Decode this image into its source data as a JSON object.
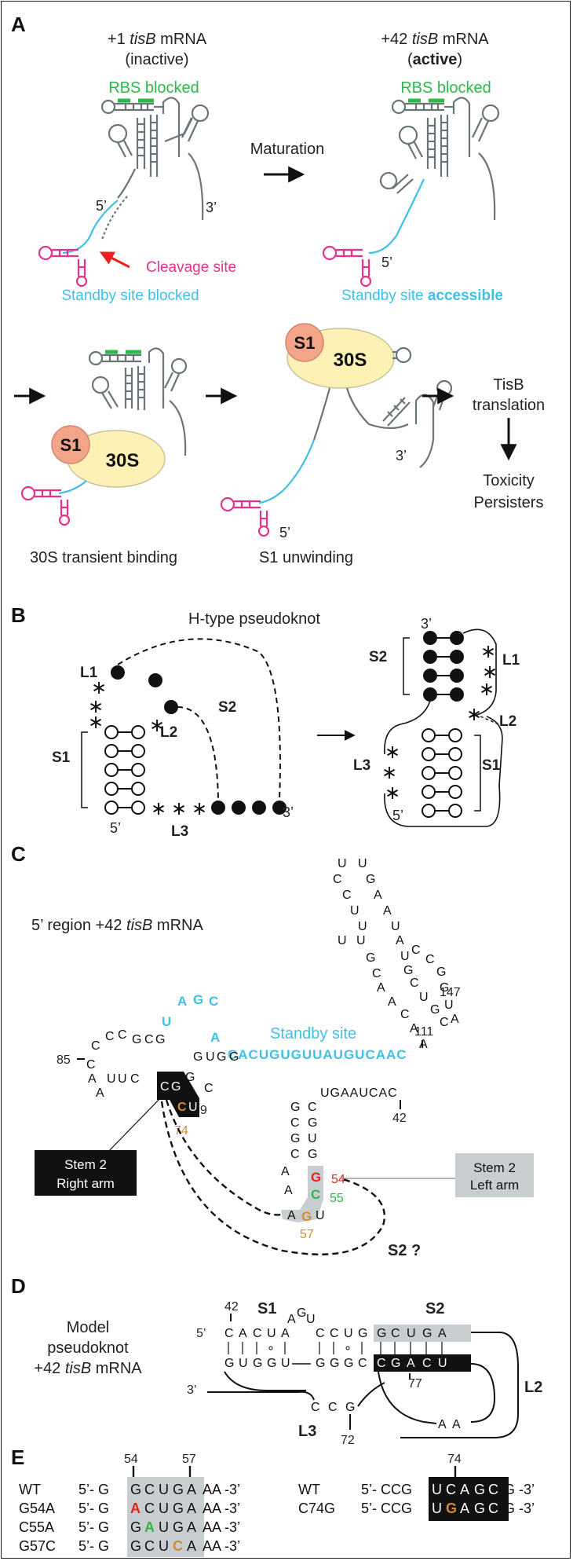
{
  "panels": {
    "a": "A",
    "b": "B",
    "c": "C",
    "d": "D",
    "e": "E"
  },
  "colors": {
    "green": "#2db84a",
    "cyan": "#3fc0e8",
    "magenta": "#e8318a",
    "red": "#e8231f",
    "orange": "#d98a2c",
    "s1_fill": "#f3a58a",
    "s30_fill": "#fdf1b6",
    "grey_box": "#c8cdd0",
    "black_box": "#111111"
  },
  "panel_a": {
    "left_title_prefix": "+1 ",
    "left_title_gene": "tisB",
    "left_title_suffix": " mRNA",
    "left_subtitle": "(inactive)",
    "right_title_prefix": "+42 ",
    "right_title_gene": "tisB",
    "right_title_suffix": " mRNA",
    "right_subtitle_open": "(",
    "right_subtitle_bold": "active",
    "right_subtitle_close": ")",
    "rbs_left": "RBS blocked",
    "rbs_right": "RBS blocked",
    "maturation": "Maturation",
    "cleavage": "Cleavage site",
    "standby_blocked": "Standby site blocked",
    "standby_prefix": "Standby site ",
    "standby_accessible": "accessible",
    "five_prime": "5’",
    "three_prime": "3’",
    "s1": "S1",
    "s30": "30S",
    "transient": "30S transient binding",
    "unwinding": "S1 unwinding",
    "translation_1": "TisB",
    "translation_2": "translation",
    "toxicity": "Toxicity",
    "persisters": "Persisters"
  },
  "panel_b": {
    "title": "H-type pseudoknot",
    "s1": "S1",
    "s2": "S2",
    "l1": "L1",
    "l2": "L2",
    "l3": "L3",
    "five_prime": "5’",
    "three_prime": "3’"
  },
  "panel_c": {
    "region_prefix": "5’ region +42 ",
    "region_gene": "tisB",
    "region_suffix": " mRNA",
    "standby_site": "Standby site",
    "cyan_sequence": "CACUGUGUUAUGUCAAC",
    "cyan_top": [
      "A",
      "G",
      "C"
    ],
    "cyan_u": "U",
    "cyan_a": "A",
    "numbers": {
      "n85": "85",
      "n111": "111",
      "n147": "147",
      "n69": "69",
      "n74": "74",
      "n42": "42",
      "n54": "54",
      "n55": "55",
      "n57": "57"
    },
    "tail": "UGAAUCAC",
    "stem2_right_1": "Stem 2",
    "stem2_right_2": "Right arm",
    "stem2_left_1": "Stem 2",
    "stem2_left_2": "Left arm",
    "s2_question": "S2 ?"
  },
  "panel_d": {
    "label_1": "Model",
    "label_2": "pseudoknot",
    "label_3_prefix": "+42 ",
    "label_3_gene": "tisB",
    "label_3_suffix": " mRNA",
    "s1": "S1",
    "s2": "S2",
    "l2": "L2",
    "l3": "L3",
    "n42": "42",
    "n72": "72",
    "n77": "77",
    "five_prime": "5’",
    "three_prime": "3’"
  },
  "panel_e": {
    "n54": "54",
    "n57": "57",
    "n74": "74",
    "rows_left": [
      {
        "name": "WT",
        "prefix": "5’- G",
        "core": [
          "G",
          "C",
          "U",
          "G",
          "A"
        ],
        "suffix": "AA -3’",
        "mut_index": -1,
        "mut_color": ""
      },
      {
        "name": "G54A",
        "prefix": "5’- G",
        "core": [
          "A",
          "C",
          "U",
          "G",
          "A"
        ],
        "suffix": "AA -3’",
        "mut_index": 0,
        "mut_color": "#e8231f"
      },
      {
        "name": "C55A",
        "prefix": "5’- G",
        "core": [
          "G",
          "A",
          "U",
          "G",
          "A"
        ],
        "suffix": "AA -3’",
        "mut_index": 1,
        "mut_color": "#2db84a"
      },
      {
        "name": "G57C",
        "prefix": "5’- G",
        "core": [
          "G",
          "C",
          "U",
          "C",
          "A"
        ],
        "suffix": "AA -3’",
        "mut_index": 3,
        "mut_color": "#d98a2c"
      }
    ],
    "rows_right": [
      {
        "name": "WT",
        "prefix": "5’- CCG",
        "core": [
          "U",
          "C",
          "A",
          "G",
          "C"
        ],
        "suffix": "G -3’",
        "mut_index": -1,
        "mut_color": ""
      },
      {
        "name": "C74G",
        "prefix": "5’- CCG",
        "core": [
          "U",
          "G",
          "A",
          "G",
          "C"
        ],
        "suffix": "G -3’",
        "mut_index": 1,
        "mut_color": "#d98a2c"
      }
    ]
  }
}
